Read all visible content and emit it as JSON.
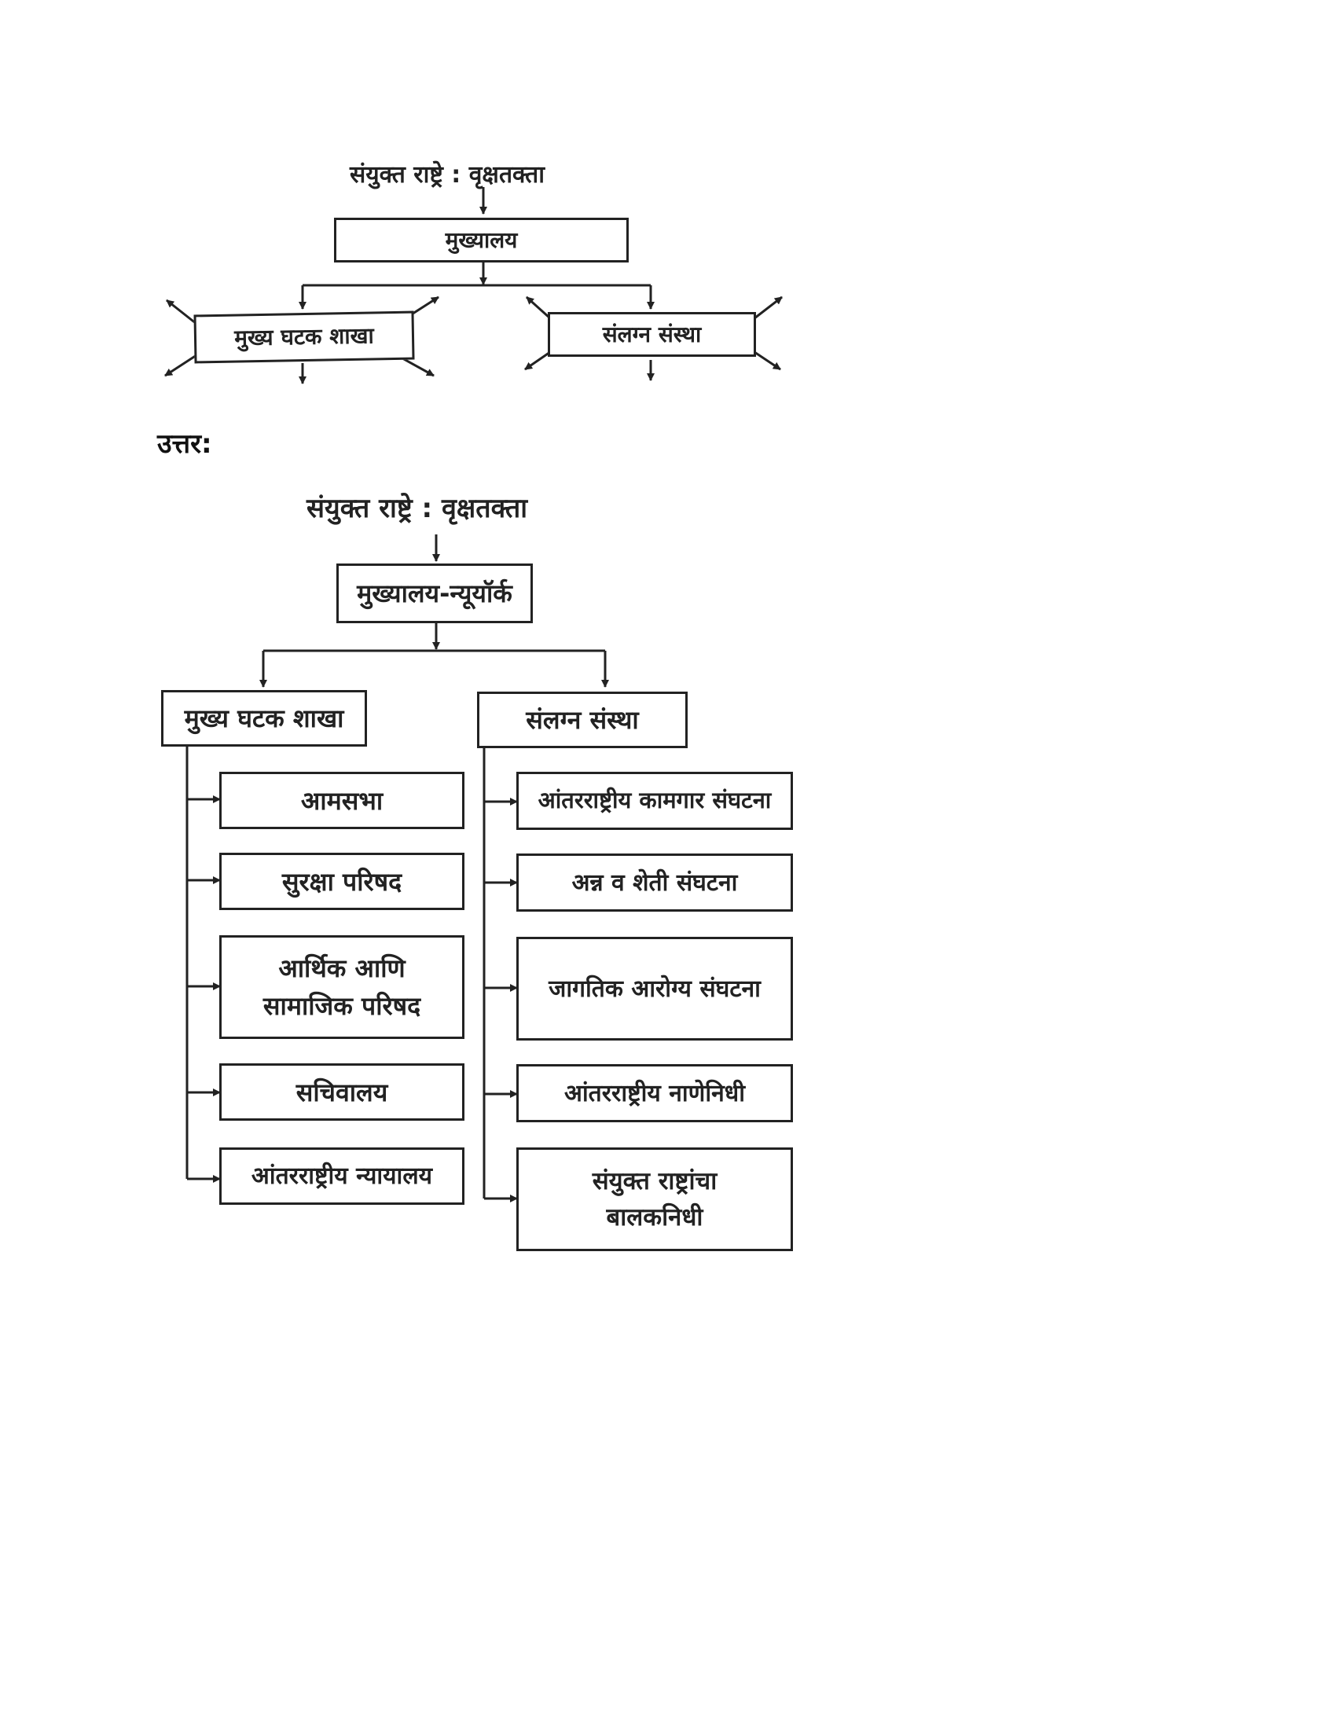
{
  "question": {
    "title": "संयुक्त राष्ट्रे : वृक्षतक्ता",
    "headquarters": "मुख्यालय",
    "left_branch": "मुख्य घटक शाखा",
    "right_branch": "संलग्न संस्था"
  },
  "answer_label": "उत्तर:",
  "answer": {
    "title": "संयुक्त राष्ट्रे : वृक्षतक्ता",
    "headquarters": "मुख्यालय-न्यूयॉर्क",
    "left_branch": "मुख्य घटक शाखा",
    "right_branch": "संलग्न संस्था",
    "left_items": [
      "आमसभा",
      "सुरक्षा परिषद",
      "आर्थिक आणि सामाजिक परिषद",
      "सचिवालय",
      "आंतरराष्ट्रीय न्यायालय"
    ],
    "right_items": [
      "आंतरराष्ट्रीय कामगार संघटना",
      "अन्न व शेती संघटना",
      "जागतिक आरोग्य संघटना",
      "आंतरराष्ट्रीय नाणेनिधी",
      "संयुक्त राष्ट्रांचा बालकनिधी"
    ]
  }
}
